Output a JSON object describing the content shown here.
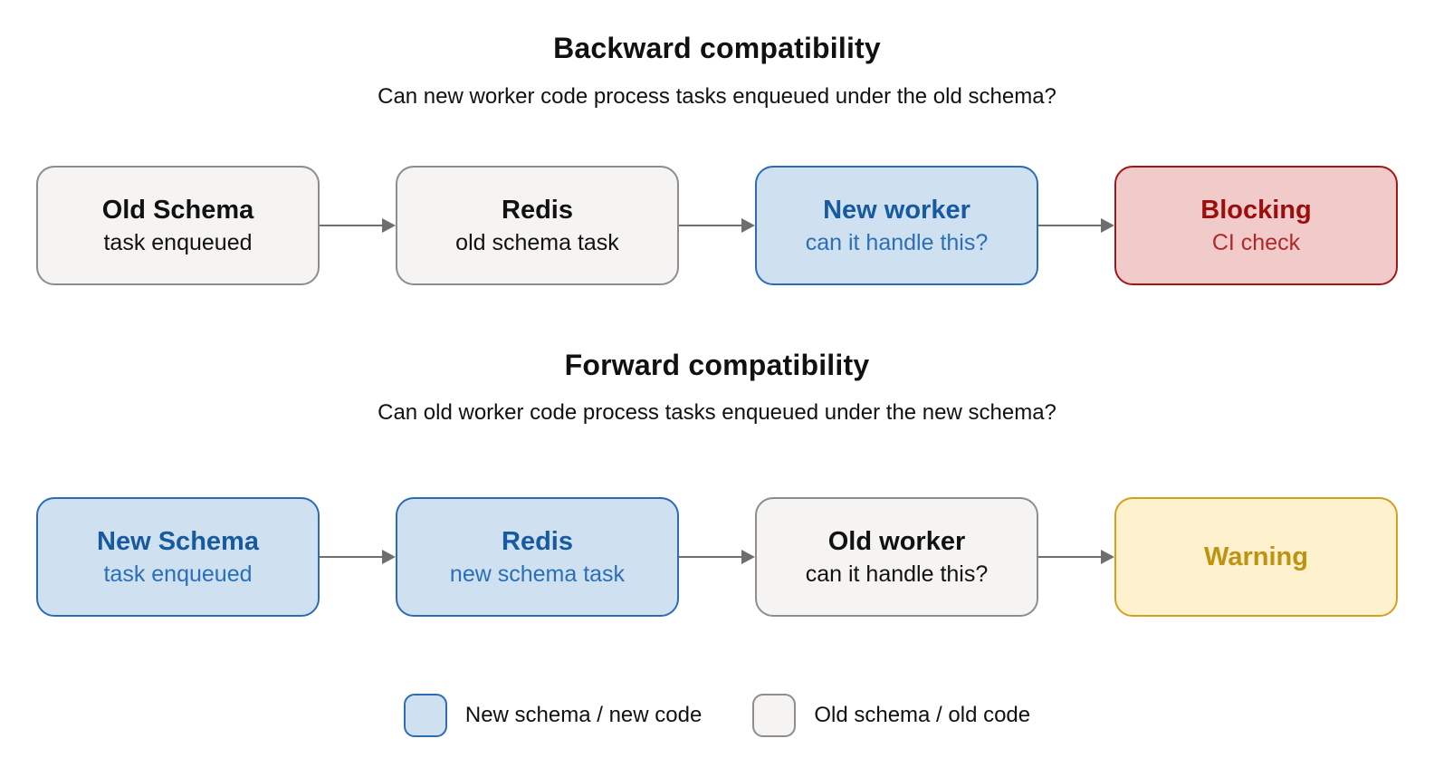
{
  "colors": {
    "page-bg": "#ffffff",
    "text-dark": "#111111",
    "arrow": "#6e6e6e",
    "old-fill": "#f5f4f2",
    "old-border": "#8d8d8d",
    "new-fill": "#cfe0f1",
    "new-border": "#2b6cb3",
    "new-title": "#175a9e",
    "new-sub": "#2b6fb5",
    "blocking-fill": "#f1caca",
    "blocking-border": "#a11717",
    "blocking-title": "#9c0d0d",
    "blocking-sub": "#b22828",
    "warning-fill": "#fdf1ce",
    "warning-border": "#d2a01b",
    "warning-title": "#bf9210"
  },
  "sections": [
    {
      "title": "Backward compatibility",
      "subtitle": "Can new worker code process tasks enqueued under the old schema?",
      "nodes": [
        {
          "title": "Old Schema",
          "subtitle": "task enqueued",
          "variant": "old"
        },
        {
          "title": "Redis",
          "subtitle": "old schema task",
          "variant": "old"
        },
        {
          "title": "New worker",
          "subtitle": "can it handle this?",
          "variant": "new"
        },
        {
          "title": "Blocking",
          "subtitle": "CI check",
          "variant": "blocking"
        }
      ]
    },
    {
      "title": "Forward compatibility",
      "subtitle": "Can old worker code process tasks enqueued under the new schema?",
      "nodes": [
        {
          "title": "New Schema",
          "subtitle": "task enqueued",
          "variant": "new"
        },
        {
          "title": "Redis",
          "subtitle": "new schema task",
          "variant": "new"
        },
        {
          "title": "Old worker",
          "subtitle": "can it handle this?",
          "variant": "old"
        },
        {
          "title": "Warning",
          "subtitle": "",
          "variant": "warning"
        }
      ]
    }
  ],
  "legend": {
    "items": [
      {
        "label": "New schema / new code",
        "variant": "new"
      },
      {
        "label": "Old schema / old code",
        "variant": "old"
      }
    ]
  }
}
